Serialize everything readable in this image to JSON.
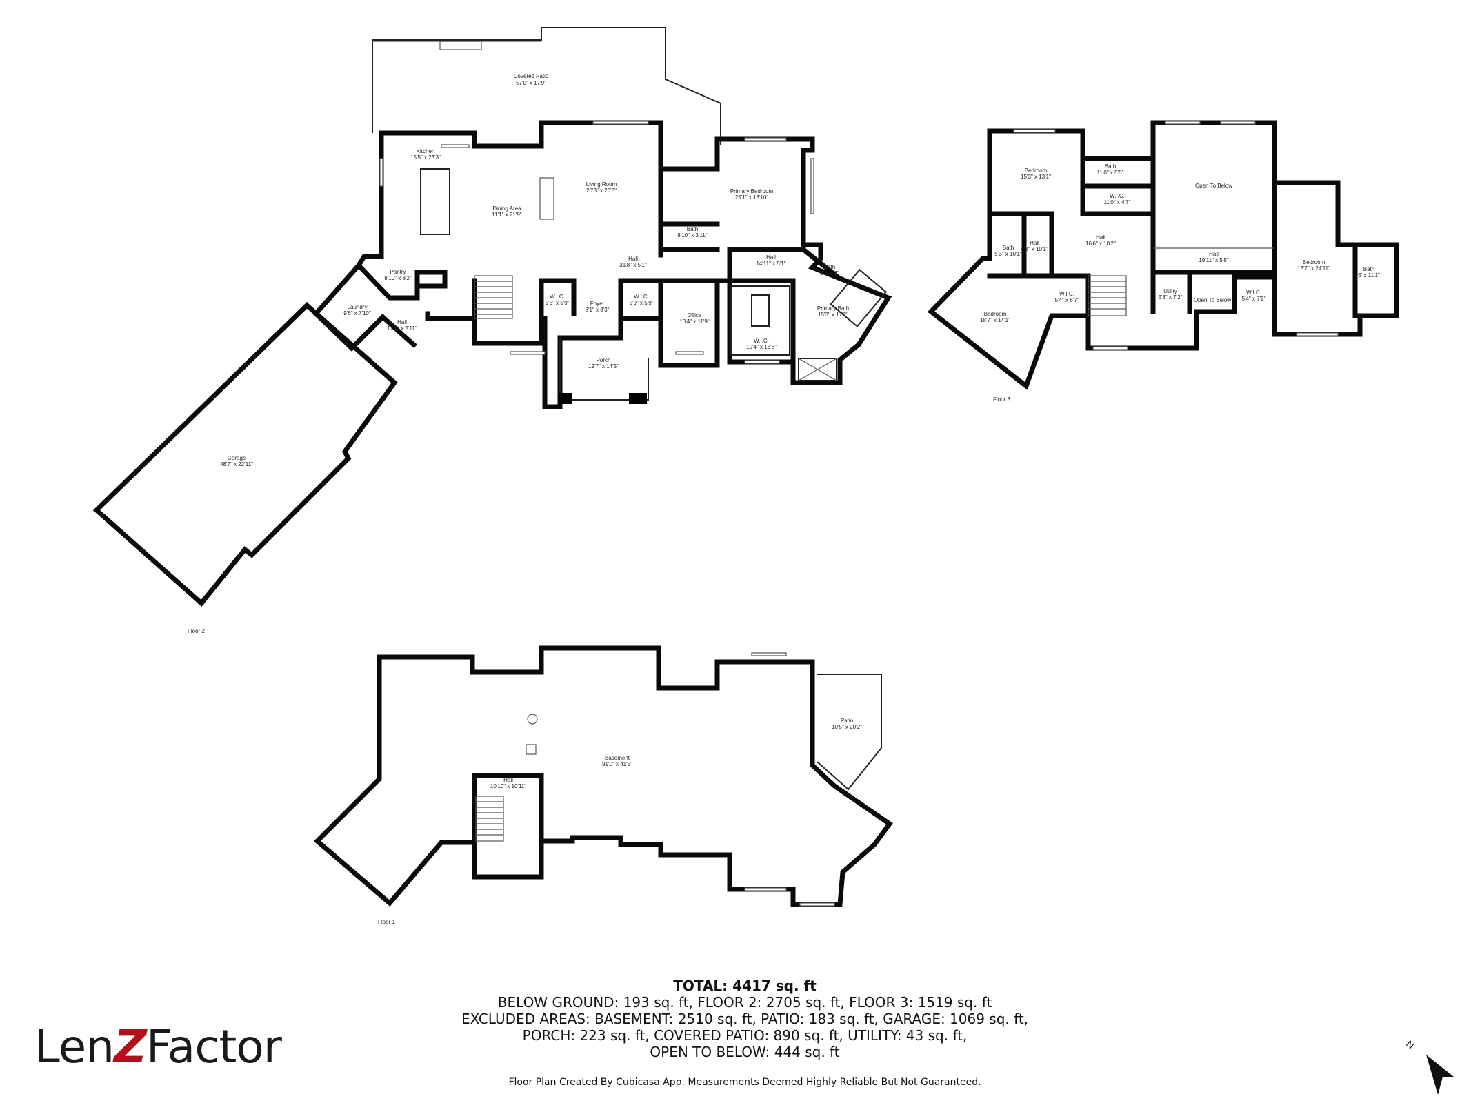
{
  "floors": {
    "floor2": {
      "label": "Floor 2",
      "rooms": {
        "covered_patio": {
          "name": "Covered Patio",
          "dims": "57'0\" x 17'9\""
        },
        "kitchen": {
          "name": "Kitchen",
          "dims": "15'5\" x 23'3\""
        },
        "dining": {
          "name": "Dining Area",
          "dims": "11'1\" x 21'9\""
        },
        "living": {
          "name": "Living Room",
          "dims": "20'3\" x 20'8\""
        },
        "primary_bedroom": {
          "name": "Primary Bedroom",
          "dims": "25'1\" x 18'10\""
        },
        "bath_a": {
          "name": "Bath",
          "dims": "8'10\" x 3'11\""
        },
        "hall_a": {
          "name": "Hall",
          "dims": "31'8\" x 5'1\""
        },
        "hall_b": {
          "name": "Hall",
          "dims": "14'11\" x 5'1\""
        },
        "bath_b": {
          "name": "Bath",
          "dims": "3' x 4'7\""
        },
        "pantry": {
          "name": "Pantry",
          "dims": "8'10\" x 8'2\""
        },
        "laundry": {
          "name": "Laundry",
          "dims": "9'6\" x 7'10\""
        },
        "hall_c": {
          "name": "Hall",
          "dims": "17'1\" x 5'11\""
        },
        "wic_a": {
          "name": "W.I.C.",
          "dims": "5'5\" x 5'9\""
        },
        "foyer": {
          "name": "Foyer",
          "dims": "8'1\" x 8'3\""
        },
        "wic_b": {
          "name": "W.I.C.",
          "dims": "5'9\" x 5'9\""
        },
        "office": {
          "name": "Office",
          "dims": "10'4\" x 11'9\""
        },
        "wic_c": {
          "name": "W.I.C.",
          "dims": "10'4\" x 13'6\""
        },
        "primary_bath": {
          "name": "Primary Bath",
          "dims": "15'3\" x 17'2\""
        },
        "porch": {
          "name": "Porch",
          "dims": "19'7\" x 14'5\""
        },
        "garage": {
          "name": "Garage",
          "dims": "48'7\" x 22'11\""
        }
      }
    },
    "floor3": {
      "label": "Floor 3",
      "rooms": {
        "bedroom_a": {
          "name": "Bedroom",
          "dims": "15'3\" x 13'1\""
        },
        "bath_a": {
          "name": "Bath",
          "dims": "11'0\" x 5'5\""
        },
        "wic_a": {
          "name": "W.I.C.",
          "dims": "11'0\" x 4'7\""
        },
        "open_below_a": {
          "name": "Open To Below",
          "dims": ""
        },
        "bath_b": {
          "name": "Bath",
          "dims": "5'3\" x 10'1\""
        },
        "hall_a": {
          "name": "Hall",
          "dims": "4'2\" x 10'1\""
        },
        "hall_b": {
          "name": "Hall",
          "dims": "16'6\" x 10'2\""
        },
        "hall_c": {
          "name": "Hall",
          "dims": "19'11\" x 5'5\""
        },
        "bedroom_b": {
          "name": "Bedroom",
          "dims": "13'7\" x 24'11\""
        },
        "bath_c": {
          "name": "Bath",
          "dims": "5' x 11'1\""
        },
        "bedroom_c": {
          "name": "Bedroom",
          "dims": "18'7\" x 14'1\""
        },
        "wic_b": {
          "name": "W.I.C.",
          "dims": "5'4\" x 6'7\""
        },
        "utility": {
          "name": "Utility",
          "dims": "5'8\" x 7'2\""
        },
        "open_below_b": {
          "name": "Open To Below",
          "dims": ""
        },
        "wic_c": {
          "name": "W.I.C.",
          "dims": "5'4\" x 7'2\""
        }
      }
    },
    "floor1": {
      "label": "Floor 1",
      "rooms": {
        "basement": {
          "name": "Basement",
          "dims": "91'0\" x 41'5\""
        },
        "patio": {
          "name": "Patio",
          "dims": "10'5\" x 20'2\""
        },
        "hall": {
          "name": "Hall",
          "dims": "10'10\" x 10'11\""
        }
      }
    }
  },
  "totals": {
    "line1": "TOTAL: 4417 sq. ft",
    "line2": "BELOW GROUND: 193 sq. ft, FLOOR 2: 2705 sq. ft, FLOOR 3: 1519 sq. ft",
    "line3": "EXCLUDED AREAS: BASEMENT: 2510 sq. ft, PATIO: 183 sq. ft, GARAGE: 1069 sq. ft,",
    "line4": "PORCH: 223 sq. ft, COVERED PATIO: 890 sq. ft, UTILITY: 43 sq. ft,",
    "line5": "OPEN TO BELOW: 444 sq. ft"
  },
  "disclaimer": "Floor Plan Created By Cubicasa App. Measurements Deemed Highly Reliable But Not Guaranteed.",
  "logo": {
    "part1": "Len",
    "part2": "Z",
    "part3": "Factor",
    "accent": "#b0121c"
  },
  "compass": {
    "label": "N"
  }
}
